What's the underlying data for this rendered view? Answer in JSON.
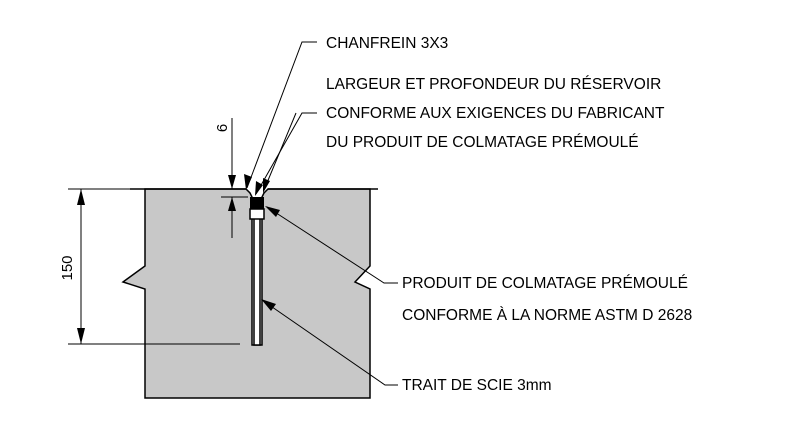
{
  "drawing": {
    "labels": {
      "chamfer": "CHANFREIN 3X3",
      "reservoir_line1": "LARGEUR ET PROFONDEUR DU RÉSERVOIR",
      "reservoir_line2": "CONFORME AUX EXIGENCES DU FABRICANT",
      "reservoir_line3": "DU PRODUIT DE COLMATAGE PRÉMOULÉ",
      "sealant_line1": "PRODUIT DE COLMATAGE PRÉMOULÉ",
      "sealant_line2": "CONFORME À LA NORME ASTM D 2628",
      "saw_cut": "TRAIT DE SCIE 3mm"
    },
    "dimensions": {
      "reservoir_depth": "6",
      "slab_depth": "150"
    },
    "colors": {
      "concrete": "#c8c8c8",
      "sealant": "#000000",
      "line": "#000000",
      "background": "#ffffff"
    }
  }
}
